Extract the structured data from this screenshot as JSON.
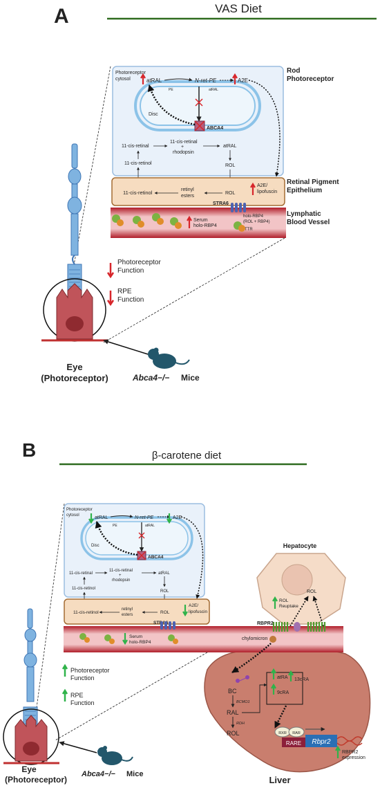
{
  "panel_a": {
    "letter": "A",
    "title": "VAS Diet",
    "cytosol_line1": "Photoreceptor",
    "cytosol_line2": "cytosol",
    "disc": "Disc",
    "atral_top": "atRAL",
    "nretpe": "N-ret-PE",
    "a2e": "A2E",
    "pe": "PE",
    "atral_small": "atRAL",
    "abca4": "ABCA4",
    "cis_retinal_left": "11-cis-retinal",
    "cis_retinal_mid": "11-cis-retinal",
    "plus": "+",
    "rhodopsin": "rhodopsin",
    "atral_mid": "atRAL",
    "rol_mid": "ROL",
    "cis_retinol_up": "11-cis-retinol",
    "cis_retinol_rpe": "11-cis-retinol",
    "retinyl1": "retinyl",
    "retinyl2": "esters",
    "rol_rpe": "ROL",
    "a2e_lipo1": "A2E/",
    "a2e_lipo2": "lipofuscin",
    "stra6": "STRA6",
    "holo1": "holo-RBP4",
    "holo2": "(ROL + RBP4)",
    "serum1": "Serum",
    "serum2": "holo-RBP4",
    "ttr": "TTR",
    "rod1": "Rod",
    "rod2": "Photoreceptor",
    "rpe1": "Retinal Pigment",
    "rpe2": "Epithelium",
    "lymph1": "Lymphatic",
    "lymph2": "Blood Vessel",
    "pr_func1": "Photoreceptor",
    "pr_func2": "Function",
    "rpe_func1": "RPE",
    "rpe_func2": "Function",
    "eye1": "Eye",
    "eye2": "(Photoreceptor)",
    "mice_gene": "Abca4−/−",
    "mice_word": "Mice"
  },
  "panel_b": {
    "letter": "B",
    "title": "β-carotene diet",
    "cytosol_line1": "Photoreceptor",
    "cytosol_line2": "cytosol",
    "disc": "Disc",
    "atral_top": "atRAL",
    "nretpe": "N-ret-PE",
    "a2e": "A2E",
    "pe": "PE",
    "atral_small": "atRAL",
    "abca4": "ABCA4",
    "cis_retinal_left": "11-cis-retinal",
    "cis_retinal_mid": "11-cis-retinal",
    "plus": "+",
    "rhodopsin": "rhodopsin",
    "atral_mid": "atRAL",
    "rol_mid": "ROL",
    "cis_retinol_up": "11-cis-retinol",
    "cis_retinol_rpe": "11-cis-retinol",
    "retinyl1": "retinyl",
    "retinyl2": "esters",
    "rol_rpe": "ROL",
    "a2e_lipo1": "A2E/",
    "a2e_lipo2": "lipofuscin",
    "stra6": "STRA6",
    "serum1": "Serum",
    "serum2": "holo-RBP4",
    "hepatocyte": "Hepatocyte",
    "rol_reuptake1": "ROL",
    "rol_reuptake2": "Reuptake",
    "rol_hep": "ROL",
    "rbpr2": "RBPR2",
    "chylomicron": "chylomicron",
    "bc": "BC",
    "bcmo1": "BCMO1",
    "ral": "RAL",
    "rdh": "RDH",
    "rol_liver": "ROL",
    "atra": "atRA",
    "cra13": "13cRA",
    "cra9": "9cRA",
    "rxr": "RXR",
    "rar": "RAR",
    "rare": "RARE",
    "rbpr2_gene": "Rbpr2",
    "rbpr2_expr1": "RBPR2",
    "rbpr2_expr2": "expression",
    "liver": "Liver",
    "pr_func1": "Photoreceptor",
    "pr_func2": "Function",
    "rpe_func1": "RPE",
    "rpe_func2": "Function",
    "eye1": "Eye",
    "eye2": "(Photoreceptor)",
    "mice_gene": "Abca4−/−",
    "mice_word": "Mice"
  },
  "colors": {
    "title_rule": "#2e6b1f",
    "cell_box": "#e9f1fa",
    "rpe_band": "#f6dcc0",
    "vessel": "#b01e2a",
    "up_red": "#d7262b",
    "up_green": "#2fb34a",
    "liver": "#c97e6e",
    "hepatocyte": "#f5dcc8"
  }
}
